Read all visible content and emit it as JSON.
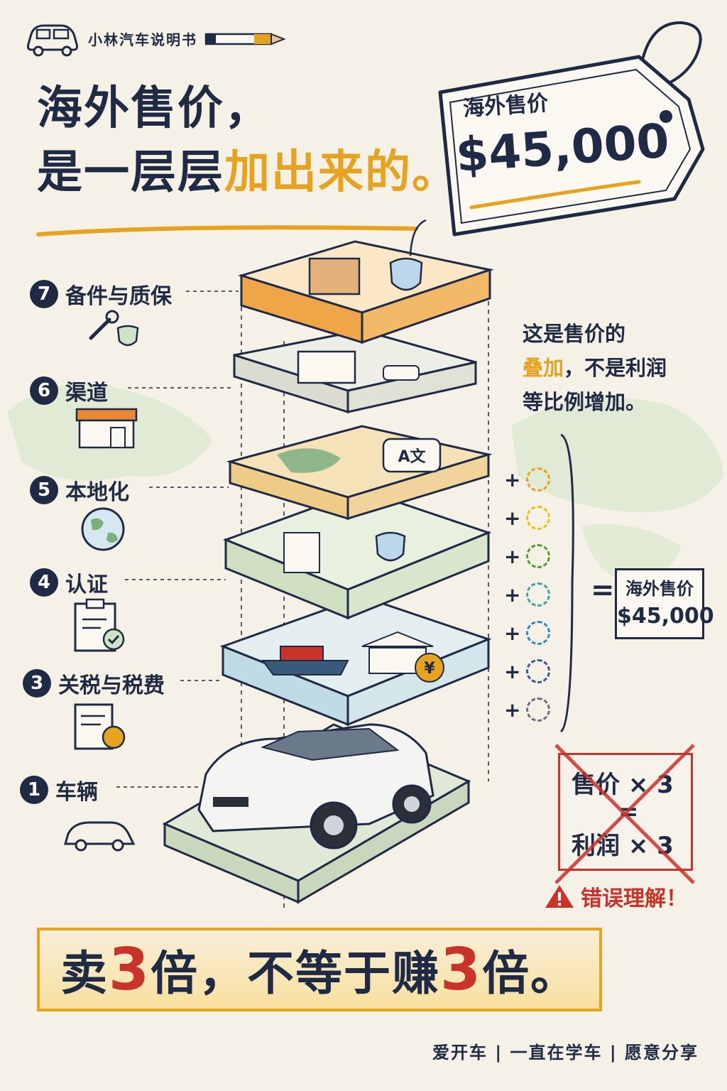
{
  "brand": {
    "name": "小林汽车说明书"
  },
  "headline": {
    "line1": "海外售价，",
    "line2_main": "是一层层",
    "line2_highlight": "加出来的。"
  },
  "price_tag": {
    "label": "海外售价",
    "price": "$45,000"
  },
  "layers": [
    {
      "number": "7",
      "label": "备件与质保"
    },
    {
      "number": "6",
      "label": "渠道"
    },
    {
      "number": "5",
      "label": "本地化"
    },
    {
      "number": "4",
      "label": "认证"
    },
    {
      "number": "3",
      "label": "关税与税费"
    },
    {
      "number": "1",
      "label": "车辆"
    }
  ],
  "stack_icons": {
    "translate": "A文",
    "yen": "¥"
  },
  "note": {
    "line1": "这是售价的",
    "line2_highlight": "叠加",
    "line2_rest": "，不是利润",
    "line3": "等比例增加。"
  },
  "sum": {
    "plus": "+",
    "equals": "=",
    "label": "海外售价",
    "price": "$45,000",
    "circle_colors": [
      "#e6a31f",
      "#e6c21f",
      "#5a9a3a",
      "#3fa7a0",
      "#3a86c0",
      "#3a5a9a",
      "#6a7080"
    ]
  },
  "wrong": {
    "line1": "售价 × 3",
    "equals": "=",
    "line2": "利润 × 3",
    "warning": "错误理解！"
  },
  "slogan": {
    "part1": "卖",
    "num1": "3",
    "part2": "倍，不等于赚",
    "num2": "3",
    "part3": "倍。"
  },
  "footer": "爱开车 | 一直在学车 | 愿意分享",
  "colors": {
    "ink": "#1f2a44",
    "accent_orange": "#e6a31f",
    "accent_red": "#c9332a",
    "paper": "#f6f1e6"
  }
}
